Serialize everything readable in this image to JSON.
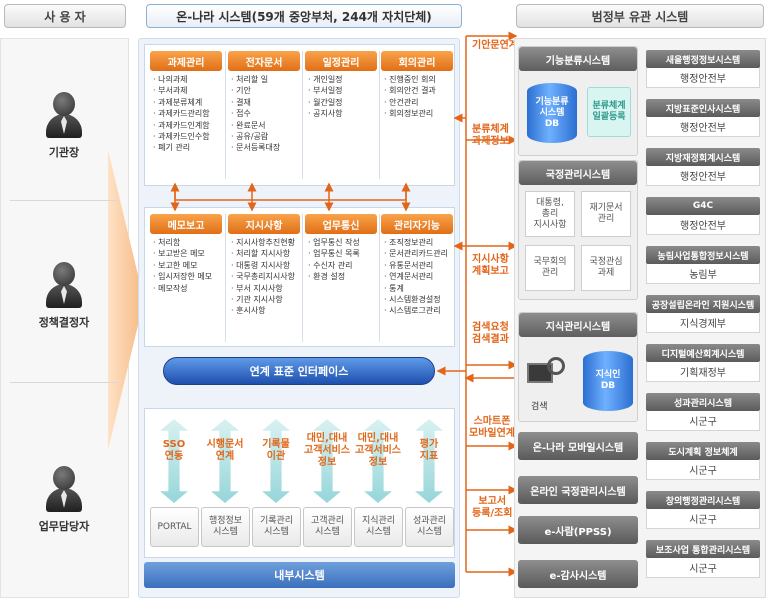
{
  "headers": {
    "users": "사 용 자",
    "center": "온-나라 시스템(59개 중앙부처, 244개 자치단체)",
    "right": "범정부 유관 시스템"
  },
  "users": [
    "기관장",
    "정책결정자",
    "업무담당자"
  ],
  "top_modules": [
    {
      "title": "과제관리",
      "items": [
        "나의과제",
        "부서과제",
        "과제분류체계",
        "과제카드관리함",
        "과제카드인계함",
        "과제카드인수함",
        "폐기 관리"
      ]
    },
    {
      "title": "전자문서",
      "items": [
        "처리할 일",
        "기안",
        "결재",
        "접수",
        "완료문서",
        "공유/공람",
        "문서등록대장"
      ]
    },
    {
      "title": "일정관리",
      "items": [
        "개인일정",
        "부서일정",
        "월간일정",
        "공지사항"
      ]
    },
    {
      "title": "회의관리",
      "items": [
        "진행중인 회의",
        "회의안건 결과",
        "안건관리",
        "회의정보관리"
      ]
    }
  ],
  "mid_modules": [
    {
      "title": "메모보고",
      "items": [
        "처리함",
        "보고받은 메모",
        "보고한 메모",
        "임시저장한 메모",
        "메모작성"
      ]
    },
    {
      "title": "지시사항",
      "items": [
        "지시사항추진현황",
        "처리할 지시사항",
        "대통령 지시사항",
        "국무총리지시사항",
        "부서 지시사항",
        "기관 지시사항",
        "훈시사항"
      ]
    },
    {
      "title": "업무통신",
      "items": [
        "업무통신 작성",
        "업무통신 목록",
        "수신자 관리",
        "환경 설정"
      ]
    },
    {
      "title": "관리자기능",
      "items": [
        "조직정보관리",
        "문서관리카드관리",
        "유통문서관리",
        "연계문서관리",
        "통계",
        "시스템환경설정",
        "시스템로그관리"
      ]
    }
  ],
  "link_bar": "연계 표준 인터페이스",
  "interfaces": [
    {
      "label": "SSO\n연동",
      "system": "PORTAL"
    },
    {
      "label": "시행문서\n연계",
      "system": "행정정보\n시스템"
    },
    {
      "label": "기록물\n이관",
      "system": "기록관리\n시스템"
    },
    {
      "label": "대민,대내\n고객서비스\n정보",
      "system": "고객관리\n시스템"
    },
    {
      "label": "대민,대내\n고객서비스\n정보",
      "system": "지식관리\n시스템"
    },
    {
      "label": "평가\n지표",
      "system": "성과관리\n시스템"
    }
  ],
  "internal_footer": "내부시스템",
  "connection_labels": {
    "c1": "기안문연계",
    "c2": "분류체계\n과제정보",
    "c3": "지시사항\n계획보고",
    "c4": "검색요청\n검색결과",
    "c5": "스마트폰\n모바일연계",
    "c6": "보고서\n등록/조회"
  },
  "func_system": {
    "title": "기능분류시스템",
    "db": "기능분류\n시스템\nDB",
    "teal": "분류체계\n일괄등록"
  },
  "gov_system": {
    "title": "국정관리시스템",
    "cells": [
      "대통령,\n총리\n지시사항",
      "재기문서\n관리",
      "국무회의\n관리",
      "국정관심\n과제"
    ]
  },
  "knowledge_system": {
    "title": "지식관리시스템",
    "search": "검색",
    "db": "지식인\nDB"
  },
  "buttons": [
    "온-나라 모바일시스템",
    "온라인 국정관리시스템",
    "e-사람(PPSS)",
    "e-감사시스템"
  ],
  "ministries": [
    {
      "name": "새올행정정보시스템",
      "owner": "행정안전부"
    },
    {
      "name": "지방표준인사시스템",
      "owner": "행정안전부"
    },
    {
      "name": "지방재정회계시스템",
      "owner": "행정안전부"
    },
    {
      "name": "G4C",
      "owner": "행정안전부"
    },
    {
      "name": "농림사업통합정보시스템",
      "owner": "농림부"
    },
    {
      "name": "공장설립온라인 지원시스템",
      "owner": "지식경제부"
    },
    {
      "name": "디지털예산회계시스템",
      "owner": "기획재정부"
    },
    {
      "name": "성과관리시스템",
      "owner": "시군구"
    },
    {
      "name": "도시계획 정보체계",
      "owner": "시군구"
    },
    {
      "name": "창의행정관리시스템",
      "owner": "시군구"
    },
    {
      "name": "보조사업 통합관리시스템",
      "owner": "시군구"
    }
  ],
  "colors": {
    "orange": "#e2661a",
    "blue": "#1e4fae",
    "grey_head": "#6e6e6e"
  }
}
